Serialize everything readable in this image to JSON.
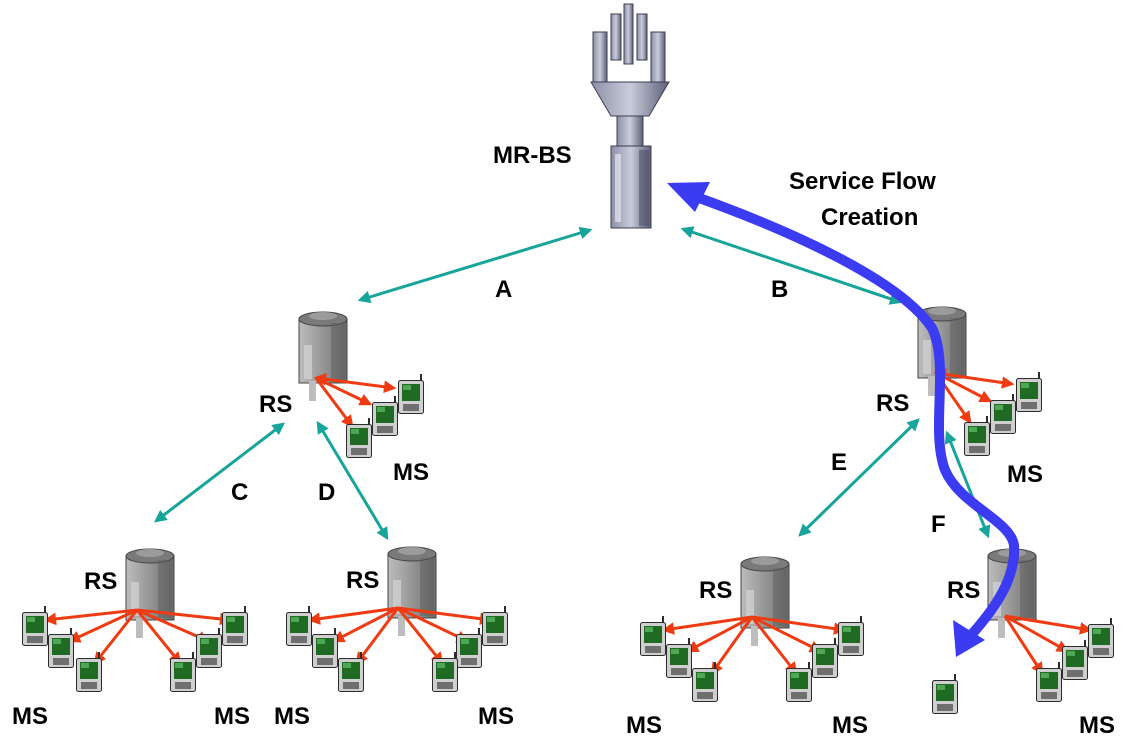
{
  "labels": {
    "bs": "MR-BS",
    "rs": "RS",
    "ms": "MS",
    "service_flow_line1": "Service Flow",
    "service_flow_line2": "Creation",
    "link_a": "A",
    "link_b": "B",
    "link_c": "C",
    "link_d": "D",
    "link_e": "E",
    "link_f": "F"
  },
  "colors": {
    "relay_link": "#17a49a",
    "access_link": "#ee3b12",
    "service_flow": "#3b3bf2",
    "tower_body": "#8e8e8e",
    "device_screen": "#1f6b24"
  }
}
